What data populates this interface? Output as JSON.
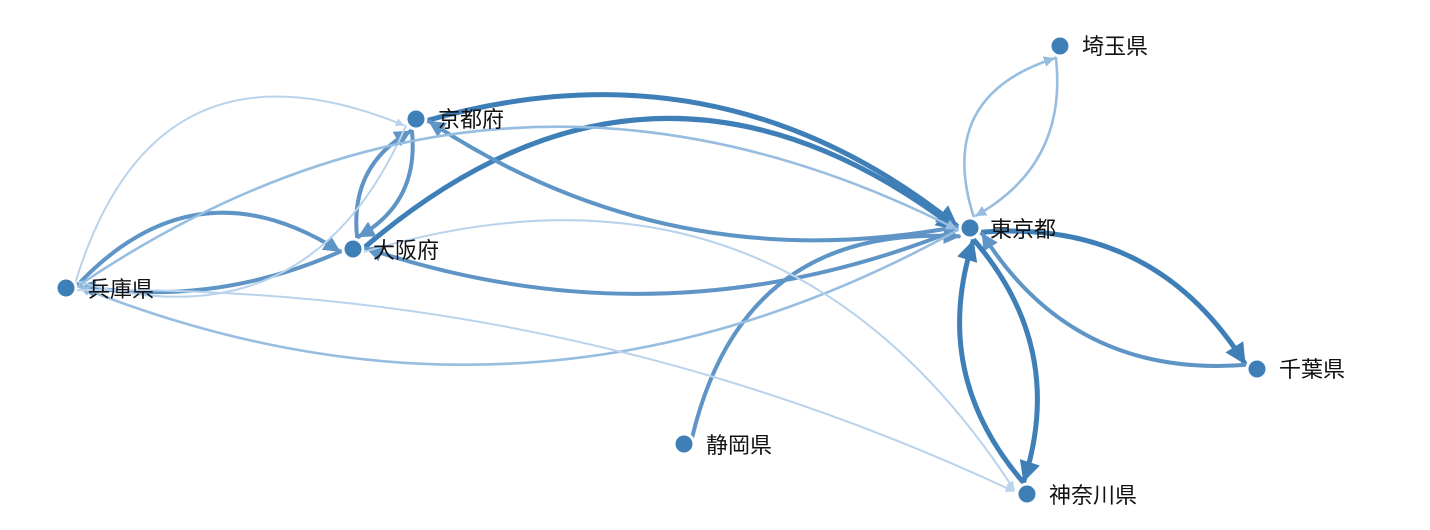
{
  "colors": {
    "strong": "#3f7fb8",
    "medium": "#5f95c6",
    "light": "#97bde0",
    "faint": "#b9d3ec",
    "node": "#3f7fb8",
    "label": "#111111"
  },
  "nodes": [
    {
      "id": "saitama",
      "label": "埼玉県"
    },
    {
      "id": "kyoto",
      "label": "京都府"
    },
    {
      "id": "tokyo",
      "label": "東京都"
    },
    {
      "id": "osaka",
      "label": "大阪府"
    },
    {
      "id": "hyogo",
      "label": "兵庫県"
    },
    {
      "id": "chiba",
      "label": "千葉県"
    },
    {
      "id": "shizuoka",
      "label": "静岡県"
    },
    {
      "id": "kanagawa",
      "label": "神奈川県"
    }
  ],
  "edges": [
    {
      "source": "kyoto",
      "target": "tokyo",
      "weight": "strong"
    },
    {
      "source": "osaka",
      "target": "tokyo",
      "weight": "strong"
    },
    {
      "source": "tokyo",
      "target": "osaka",
      "weight": "medium"
    },
    {
      "source": "tokyo",
      "target": "kyoto",
      "weight": "medium"
    },
    {
      "source": "tokyo",
      "target": "chiba",
      "weight": "strong"
    },
    {
      "source": "chiba",
      "target": "tokyo",
      "weight": "medium"
    },
    {
      "source": "tokyo",
      "target": "kanagawa",
      "weight": "strong"
    },
    {
      "source": "kanagawa",
      "target": "tokyo",
      "weight": "strong"
    },
    {
      "source": "tokyo",
      "target": "saitama",
      "weight": "light"
    },
    {
      "source": "saitama",
      "target": "tokyo",
      "weight": "light"
    },
    {
      "source": "shizuoka",
      "target": "tokyo",
      "weight": "medium"
    },
    {
      "source": "osaka",
      "target": "kyoto",
      "weight": "medium"
    },
    {
      "source": "kyoto",
      "target": "osaka",
      "weight": "medium"
    },
    {
      "source": "hyogo",
      "target": "osaka",
      "weight": "medium"
    },
    {
      "source": "osaka",
      "target": "hyogo",
      "weight": "medium"
    },
    {
      "source": "hyogo",
      "target": "kyoto",
      "weight": "faint"
    },
    {
      "source": "kyoto",
      "target": "hyogo",
      "weight": "faint"
    },
    {
      "source": "hyogo",
      "target": "tokyo",
      "weight": "light"
    },
    {
      "source": "tokyo",
      "target": "hyogo",
      "weight": "light"
    },
    {
      "source": "hyogo",
      "target": "kanagawa",
      "weight": "faint"
    },
    {
      "source": "osaka",
      "target": "kanagawa",
      "weight": "faint"
    }
  ]
}
